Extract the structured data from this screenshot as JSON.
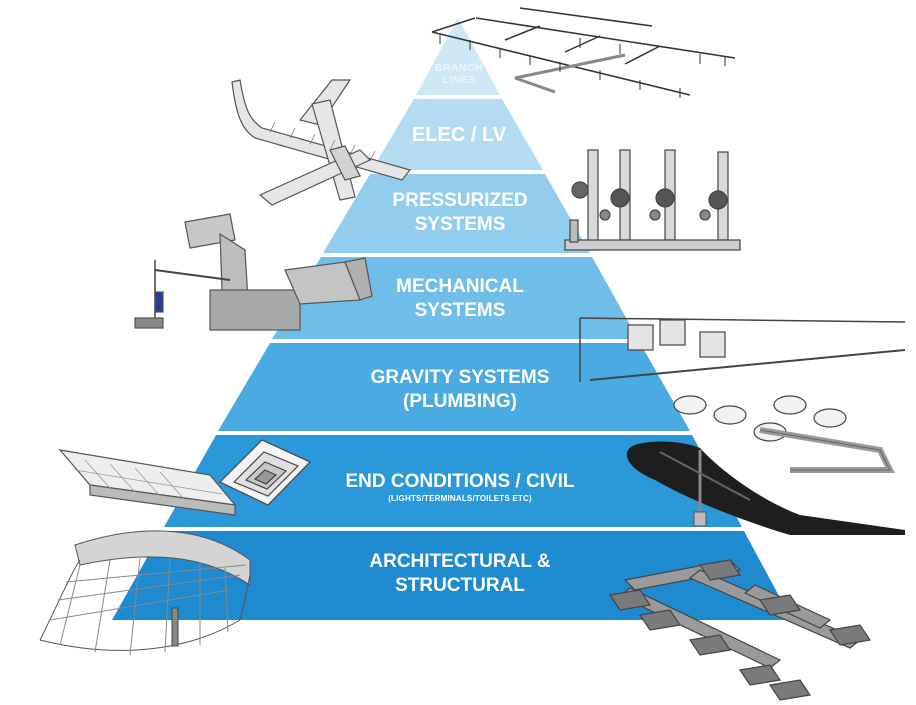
{
  "diagram": {
    "tiers": [
      {
        "id": "branch",
        "lines": [
          "BRANCH",
          "LINES"
        ],
        "color": "#cfe8f6"
      },
      {
        "id": "elec",
        "lines": [
          "ELEC / LV"
        ],
        "color": "#b3dcf3"
      },
      {
        "id": "pressurized",
        "lines": [
          "PRESSURIZED",
          "SYSTEMS"
        ],
        "color": "#93cdee"
      },
      {
        "id": "mechanical",
        "lines": [
          "MECHANICAL",
          "SYSTEMS"
        ],
        "color": "#6fbde8"
      },
      {
        "id": "gravity",
        "lines": [
          "GRAVITY SYSTEMS",
          "(PLUMBING)"
        ],
        "color": "#4aaae2"
      },
      {
        "id": "end",
        "lines": [
          "END CONDITIONS / CIVIL"
        ],
        "sub": "(LIGHTS/TERMINALS/TOILETS ETC)",
        "color": "#2a98d9"
      },
      {
        "id": "arch",
        "lines": [
          "ARCHITECTURAL &",
          "STRUCTURAL"
        ],
        "color": "#1e8bd0"
      }
    ],
    "illustrations": [
      "sprinkler-branch-lines-illustration",
      "cable-tray-illustration",
      "pressurized-pipe-risers-illustration",
      "hvac-ductwork-illustration",
      "plumbing-toilets-illustration",
      "ceiling-light-fixture-illustration",
      "ceiling-diffuser-illustration",
      "civil-road-drainage-illustration",
      "curved-canopy-structure-illustration",
      "foundation-footings-illustration"
    ]
  }
}
